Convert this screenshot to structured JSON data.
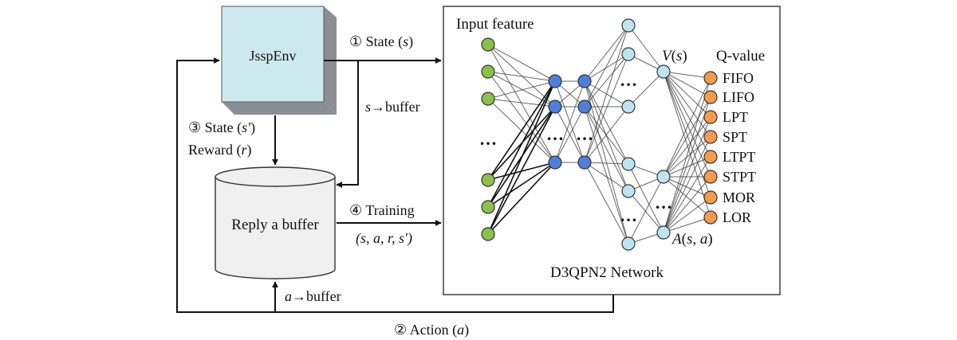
{
  "colors": {
    "input_node": "#8cbf4c",
    "hidden_node": "#4f7fd9",
    "stream_node": "#bfe4ef",
    "output_node": "#f39c4f",
    "env_face": "#cde9ef",
    "env_side": "#8a8f94",
    "env_top": "#d8dadc",
    "buffer_fill": "#f0f0f0"
  },
  "env": {
    "label": "JsspEnv"
  },
  "buffer": {
    "label": "Reply a buffer"
  },
  "flow": {
    "state_num": "①",
    "state_text": "State",
    "state_var": "s",
    "s_buffer_var": "s",
    "s_buffer_text": "→buffer",
    "next_state_num": "③",
    "next_state_text": "State",
    "next_state_var": "s′",
    "reward_text": "Reward",
    "reward_var": "r",
    "training_num": "④",
    "training_text": "Training",
    "tuple_text": "(s, a, r, s′)",
    "a_buffer_var": "a",
    "a_buffer_text": "→buffer",
    "action_num": "②",
    "action_text": "Action",
    "action_var": "a"
  },
  "network": {
    "input_feature_label": "Input feature",
    "title": "D3QPN2 Network",
    "value_label_func": "V",
    "value_label_arg": "s",
    "advantage_label_func": "A",
    "advantage_label_arg": "s, a",
    "q_value_label": "Q-value",
    "ellipsis": "…",
    "actions": [
      "FIFO",
      "LIFO",
      "LPT",
      "SPT",
      "LTPT",
      "STPT",
      "MOR",
      "LOR"
    ]
  }
}
